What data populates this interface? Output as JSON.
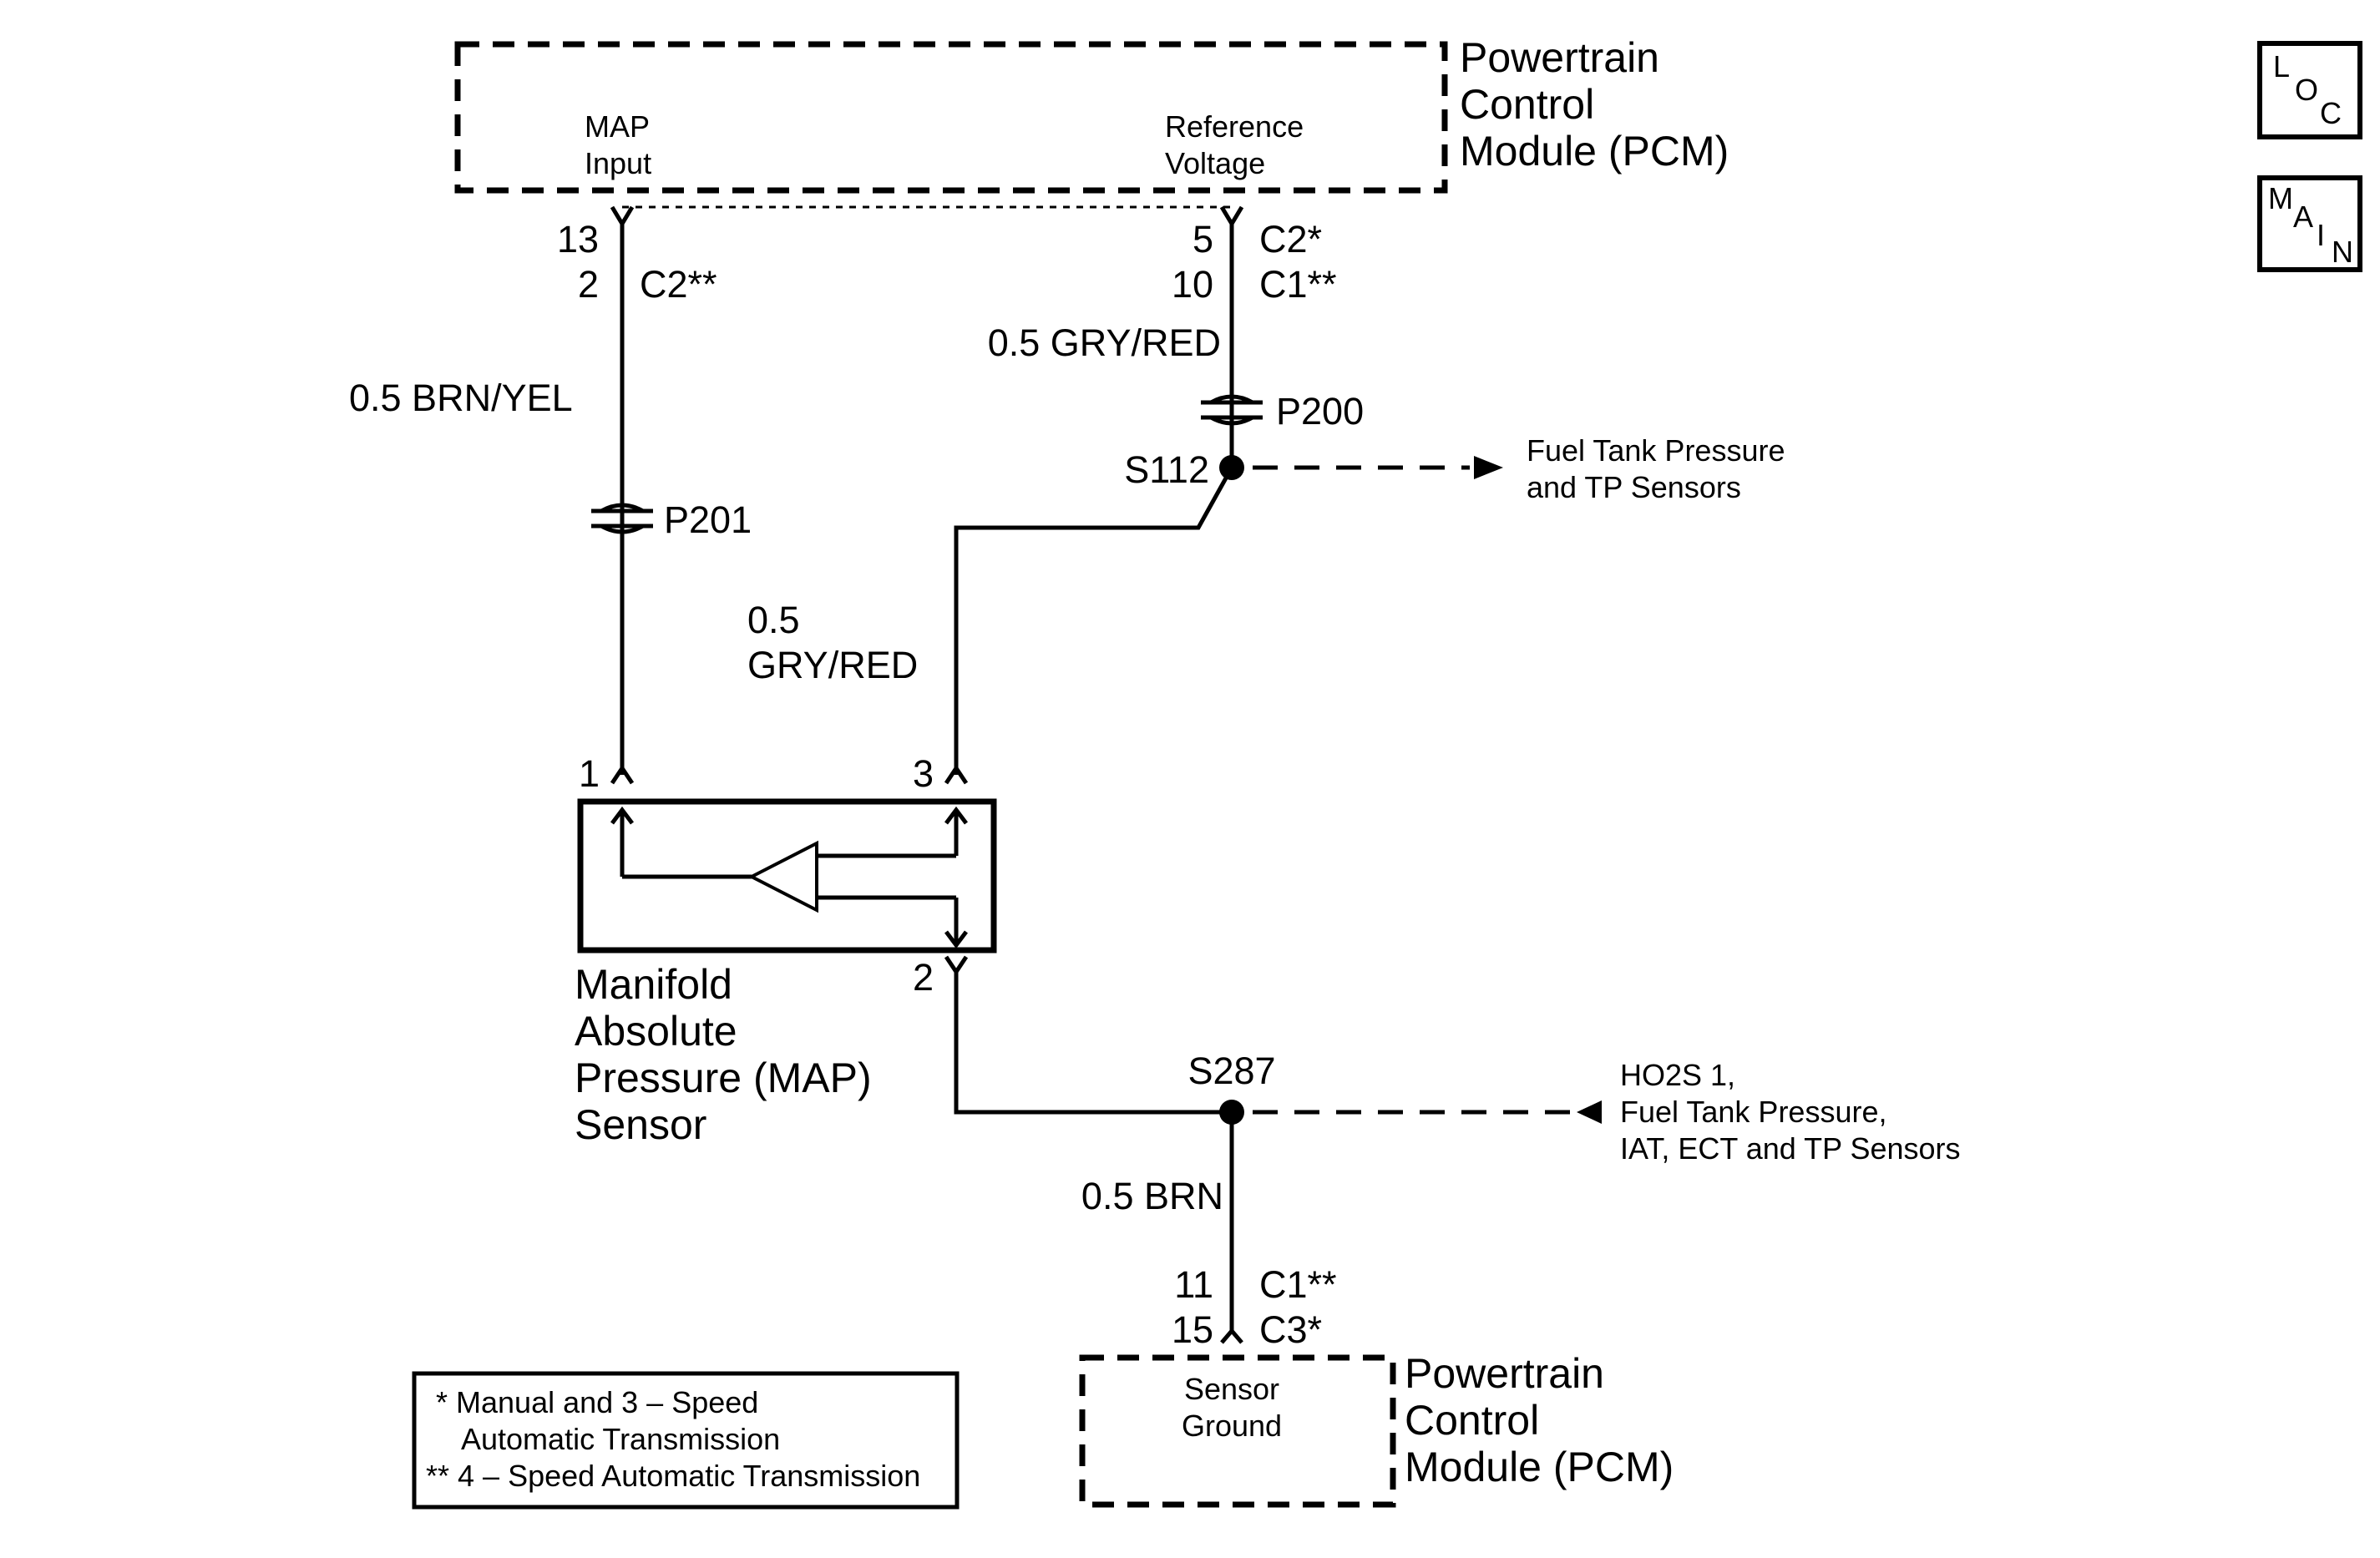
{
  "pcm_top": {
    "title_lines": [
      "Powertrain",
      "Control",
      "Module (PCM)"
    ],
    "map_input_lines": [
      "MAP",
      "Input"
    ],
    "ref_voltage_lines": [
      "Reference",
      "Voltage"
    ]
  },
  "pin_labels": {
    "map_pin_a": "13",
    "map_pin_b": "2",
    "map_conn_b": "C2**",
    "ref_pin_a": "5",
    "ref_conn_a": "C2*",
    "ref_pin_b": "10",
    "ref_conn_b": "C1**",
    "gnd_pin_a": "11",
    "gnd_conn_a": "C1**",
    "gnd_pin_b": "15",
    "gnd_conn_b": "C3*"
  },
  "wires": {
    "map_signal": "0.5 BRN/YEL",
    "ref_upper": "0.5 GRY/RED",
    "ref_lower_lines": [
      "0.5",
      "GRY/RED"
    ],
    "ground": "0.5 BRN"
  },
  "connectors": {
    "p201": "P201",
    "p200": "P200"
  },
  "splices": {
    "s112": "S112",
    "s287": "S287"
  },
  "refs": {
    "s112_to_lines": [
      "Fuel Tank Pressure",
      "and TP Sensors"
    ],
    "s287_from_lines": [
      "HO2S 1,",
      "Fuel Tank Pressure,",
      "IAT, ECT and TP Sensors"
    ]
  },
  "sensor": {
    "pin_1": "1",
    "pin_3": "3",
    "pin_2": "2",
    "name_lines": [
      "Manifold",
      "Absolute",
      "Pressure (MAP)",
      "Sensor"
    ]
  },
  "pcm_bottom": {
    "title_lines": [
      "Powertrain",
      "Control",
      "Module (PCM)"
    ],
    "ground_lines": [
      "Sensor",
      "Ground"
    ]
  },
  "legend": {
    "line1": "* Manual and 3 – Speed",
    "line2": "Automatic Transmission",
    "line3": "** 4 – Speed Automatic Transmission"
  },
  "nav": {
    "loc": [
      "L",
      "O",
      "C"
    ],
    "main": [
      "M",
      "A",
      "I",
      "N"
    ]
  }
}
